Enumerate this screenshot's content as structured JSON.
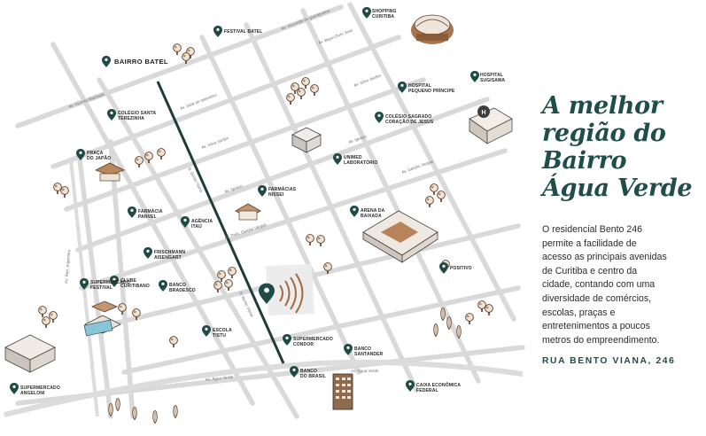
{
  "panel": {
    "headline_lines": [
      "A melhor",
      "região do",
      "Bairro",
      "Água Verde"
    ],
    "body_lines": [
      "O residencial Bento 246",
      "permite a facilidade de",
      "acesso as principais avenidas",
      "de Curitiba e centro da",
      "cidade, contando com uma",
      "diversidade de comércios,",
      "escolas, praças e",
      "entretenimentos a poucos",
      "metros do empreendimento."
    ],
    "address": "RUA BENTO VIANA, 246"
  },
  "map": {
    "neighborhood": "BAIRRO BATEL",
    "streets": {
      "visconde_guarapuava": "Av. Visconde de guarapuava",
      "vicente_machado": "Av. Vicente Machado",
      "bispo_dom_jose": "Av. Bispo Dom José",
      "silva_jardim_top": "Av. Silva Jardim",
      "silva_jardim": "Av. Silva Jardim",
      "iguacu": "Av. Iguaçu",
      "iguacu_2": "Av. Iguaçu",
      "getulio_vargas": "Av. Getúlio Vargas",
      "getulio_vargas_2": "Av. Pres. Getúlio Vargas",
      "sete_setembro": "Av. Sete de setembro",
      "batel": "R. Bento Viana",
      "agua_verde": "Av. Água Verde",
      "agua_verde_2": "Av. Água Verde",
      "rep_argentina": "Av. Rep. Argentina",
      "bento_viana": "R. Bento Viana"
    },
    "pois": {
      "shopping": [
        "SHOPPING",
        "CURITIBA"
      ],
      "festival_batel": [
        "FESTIVAL BATEL"
      ],
      "hospital_sugisawa": [
        "HOSPITAL",
        "SUGISAWA"
      ],
      "hospital_pequeno": [
        "HOSPITAL",
        "PEQUENO PRÍNCIPE"
      ],
      "colegio_santa": [
        "COLÉGIO SANTA",
        "TEREZINHA"
      ],
      "colegio_sagrado": [
        "COLÉGIO SAGRADO",
        "CORAÇÃO DE JESUS"
      ],
      "praca_japao": [
        "PRAÇA",
        "DO JAPÃO"
      ],
      "unimed": [
        "UNIMED",
        "LABORATÓRIO"
      ],
      "farmacias_nissei": [
        "FARMÁCIAS",
        "NISSEI"
      ],
      "farmacia_panvel": [
        "FARMÁCIA",
        "PANVEL"
      ],
      "agencia_itau": [
        "AGÊNCIA",
        "ITAÚ"
      ],
      "arena": [
        "ARENA DA",
        "BAIXADA"
      ],
      "frischmann": [
        "FRISCHMANN",
        "AISENGART"
      ],
      "supermercado_festival": [
        "SUPERMERCADO",
        "FESTIVAL"
      ],
      "banco_bradesco": [
        "BANCO",
        "BRADESCO"
      ],
      "clube_curitibano": [
        "CLUBE",
        "CURITIBANO"
      ],
      "positivo": [
        "POSITIVO"
      ],
      "escola_tistu": [
        "ESCOLA",
        "TISTU"
      ],
      "supermercado_condor": [
        "SUPERMERCADO",
        "CONDOR"
      ],
      "banco_santander": [
        "BANCO",
        "SANTANDER"
      ],
      "banco_brasil": [
        "BANCO",
        "DO BRASIL"
      ],
      "caixa": [
        "CAIXA ECONÔMICA",
        "FEDERAL"
      ],
      "supermercado_angeloni": [
        "SUPERMERCADO",
        "ANGELONI"
      ]
    },
    "colors": {
      "street": "#d9d9d9",
      "highlight_road": "#1e3d3a",
      "marker": "#1f4a46",
      "area": "#ececec",
      "waves": "#a5673f"
    }
  }
}
